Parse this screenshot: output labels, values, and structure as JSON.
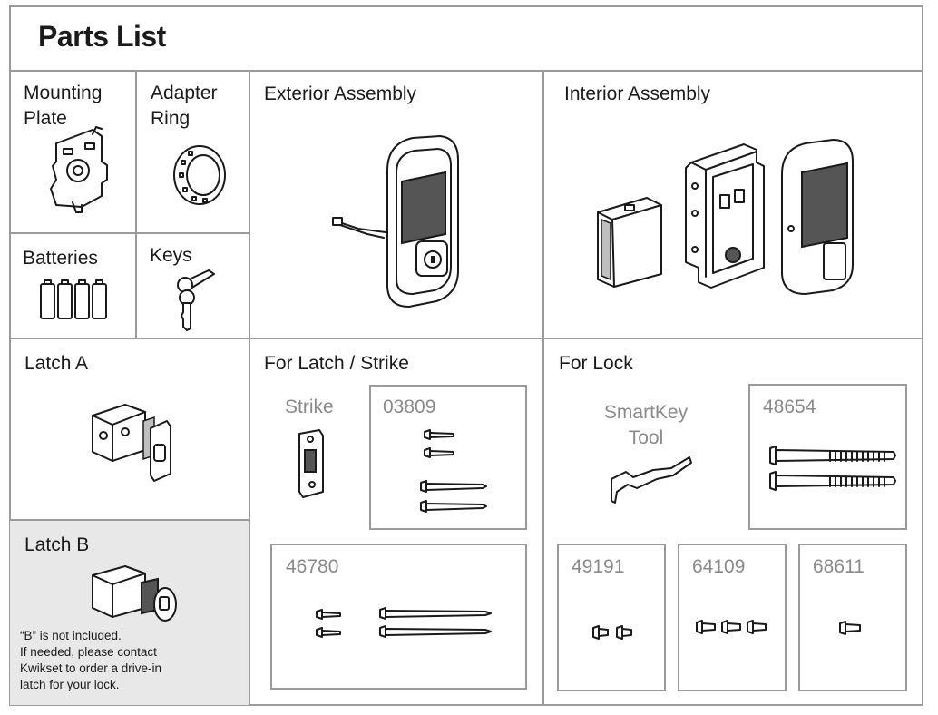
{
  "title": "Parts List",
  "sections": {
    "mounting_plate": "Mounting\nPlate",
    "adapter_ring": "Adapter\nRing",
    "batteries": "Batteries",
    "keys": "Keys",
    "exterior": "Exterior Assembly",
    "interior": "Interior Assembly",
    "latch_a": "Latch A",
    "latch_b": "Latch B",
    "latch_strike": "For Latch / Strike",
    "for_lock": "For Lock"
  },
  "parts": {
    "strike": "Strike",
    "p03809": "03809",
    "p46780": "46780",
    "smartkey_tool": "SmartKey\nTool",
    "p48654": "48654",
    "p49191": "49191",
    "p64109": "64109",
    "p68611": "68611"
  },
  "latch_b_note": "“B” is not included.\nIf needed, please contact\nKwikset to order a drive-in\nlatch for your lock.",
  "colors": {
    "border": "#9a9a9a",
    "latch_b_bg": "#e8e8e8",
    "part_number": "#8a8a8a"
  }
}
